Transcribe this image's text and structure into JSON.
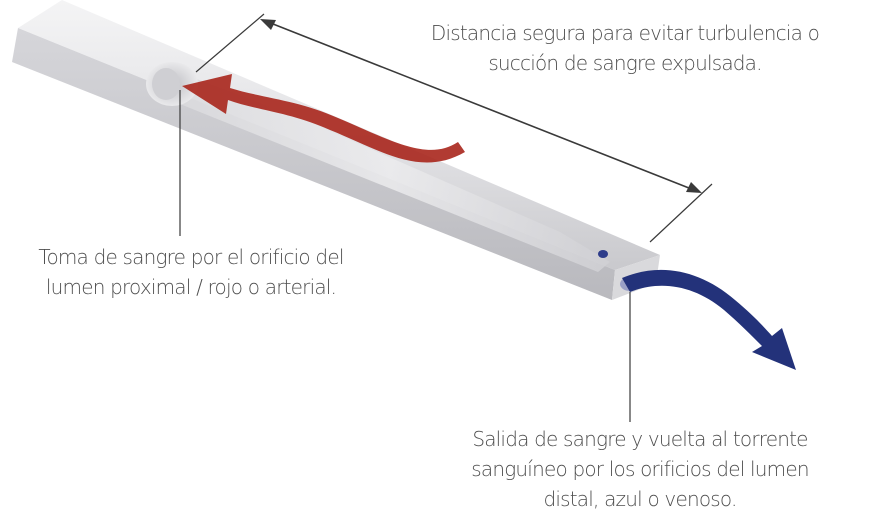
{
  "labels": {
    "distance": {
      "line1": "Distancia segura para evitar turbulencia o",
      "line2": "succión de sangre expulsada."
    },
    "intake": {
      "line1": "Toma de sangre por el orificio del",
      "line2": "lumen proximal / rojo o arterial."
    },
    "return": {
      "line1": "Salida de sangre y vuelta al torrente",
      "line2": "sanguíneo por los orificios del lumen",
      "line3": "distal, azul o venoso."
    }
  },
  "colors": {
    "arterial_arrow": "#a8261c",
    "venous_arrow": "#23327a",
    "catheter_body": "#e6e6e8",
    "callout_line": "#3a3a3a",
    "text": "#4d4d4d"
  }
}
